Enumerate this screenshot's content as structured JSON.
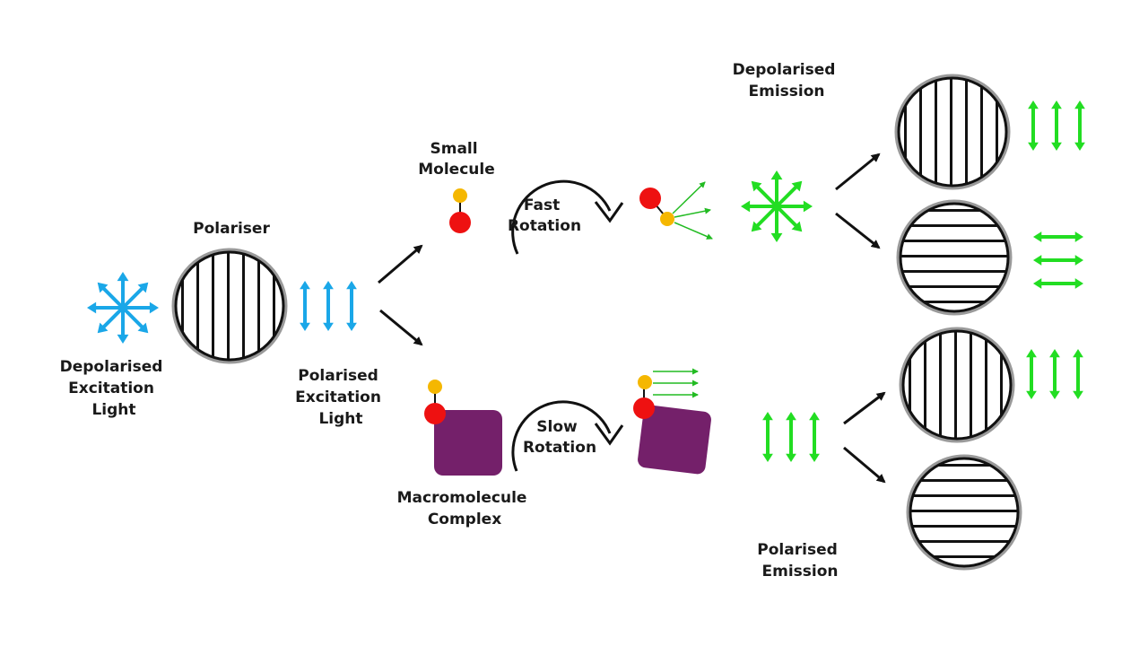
{
  "labels": {
    "polariser": "Polariser",
    "depolarised_excitation": [
      "Depolarised",
      "Excitation",
      "Light"
    ],
    "polarised_excitation": [
      "Polarised",
      "Excitation",
      "Light"
    ],
    "small_molecule": [
      "Small",
      "Molecule"
    ],
    "fast_rotation": [
      "Fast",
      "Rotation"
    ],
    "macromolecule_complex": [
      "Macromolecule",
      "Complex"
    ],
    "slow_rotation": [
      "Slow",
      "Rotation"
    ],
    "depolarised_emission": [
      "Depolarised",
      "Emission"
    ],
    "polarised_emission": [
      "Polarised",
      "Emission"
    ]
  },
  "colors": {
    "excitation_light": "#1aa7e8",
    "emission_light": "#22dd22",
    "fluorophore": "#ee1111",
    "fluorophore_linker": "#f5b700",
    "macromolecule": "#74206a",
    "outline": "#111111"
  },
  "icons": {
    "excitation_source": "starburst-arrows-icon",
    "polariser_vertical": "vertical-grating-icon",
    "polariser_horizontal": "horizontal-grating-icon",
    "rotation": "curved-arrow-icon",
    "polarised_light": "double-headed-arrow-icon"
  }
}
